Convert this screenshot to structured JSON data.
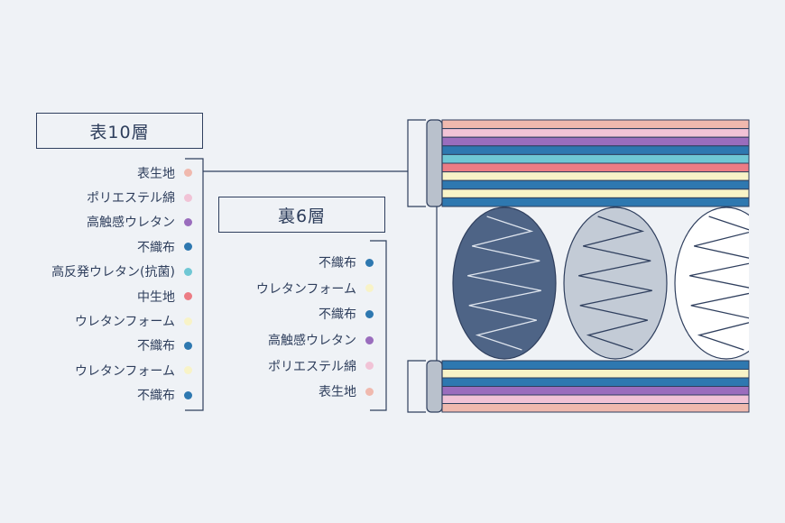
{
  "top_section": {
    "title": "表10層",
    "layers": [
      {
        "label": "表生地",
        "color": "#f0b9ae"
      },
      {
        "label": "ポリエステル綿",
        "color": "#f1c3d6"
      },
      {
        "label": "高触感ウレタン",
        "color": "#9a6dbd"
      },
      {
        "label": "不織布",
        "color": "#2e78b0"
      },
      {
        "label": "高反発ウレタン(抗菌)",
        "color": "#6fc7d4"
      },
      {
        "label": "中生地",
        "color": "#ec7c84"
      },
      {
        "label": "ウレタンフォーム",
        "color": "#f8f3c7"
      },
      {
        "label": "不織布",
        "color": "#2e78b0"
      },
      {
        "label": "ウレタンフォーム",
        "color": "#f8f3c7"
      },
      {
        "label": "不織布",
        "color": "#2e78b0"
      }
    ]
  },
  "bottom_section": {
    "title": "裏6層",
    "layers": [
      {
        "label": "不織布",
        "color": "#2e78b0"
      },
      {
        "label": "ウレタンフォーム",
        "color": "#f8f3c7"
      },
      {
        "label": "不織布",
        "color": "#2e78b0"
      },
      {
        "label": "高触感ウレタン",
        "color": "#9a6dbd"
      },
      {
        "label": "ポリエステル綿",
        "color": "#f1c3d6"
      },
      {
        "label": "表生地",
        "color": "#f0b9ae"
      }
    ]
  },
  "colors": {
    "line": "#2f3f5e",
    "spring_dark": "#4e6486",
    "spring_light": "#c3cbd6",
    "spring_white": "#ffffff",
    "edge_gray": "#b9c1cc"
  }
}
